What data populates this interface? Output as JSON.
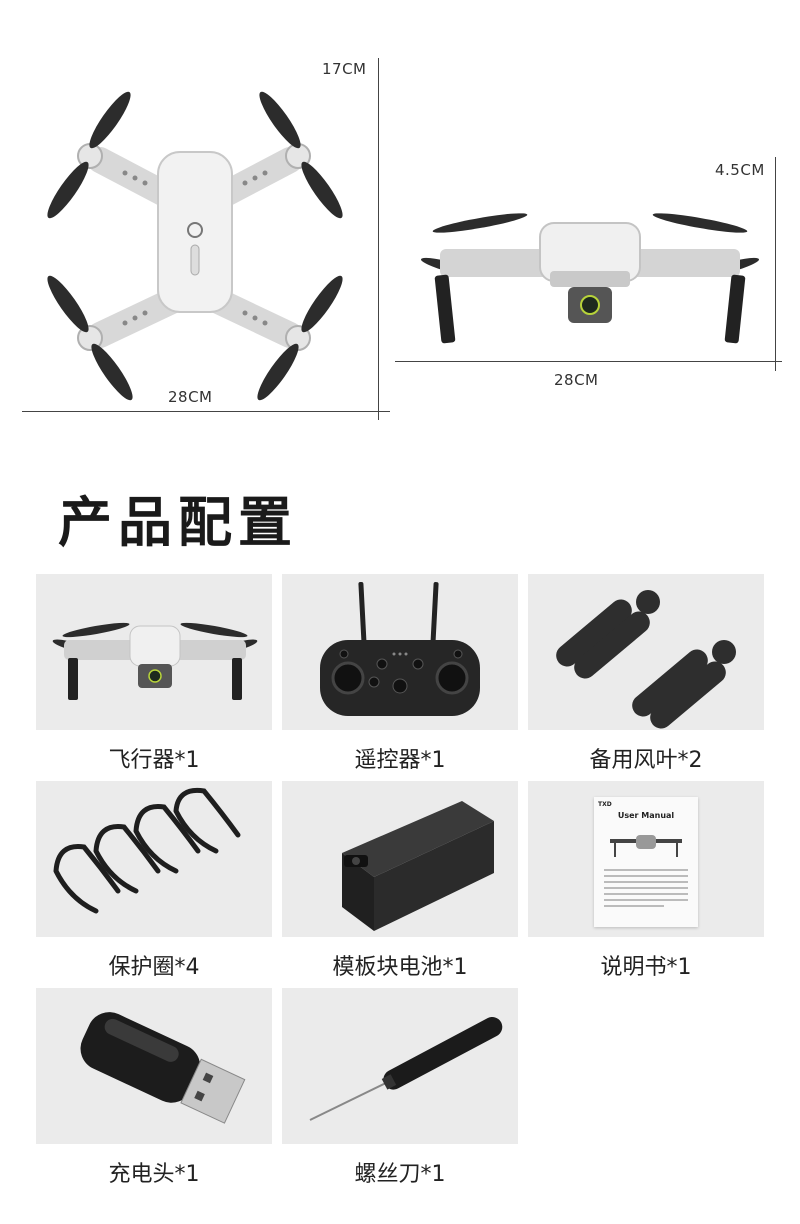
{
  "dimensions": {
    "top_height": "17CM",
    "top_width": "28CM",
    "side_height": "4.5CM",
    "side_width": "28CM"
  },
  "section_title": "产品配置",
  "items": [
    {
      "label": "飞行器*1",
      "icon": "drone-icon"
    },
    {
      "label": "遥控器*1",
      "icon": "remote-controller-icon"
    },
    {
      "label": "备用风叶*2",
      "icon": "propeller-icon"
    },
    {
      "label": "保护圈*4",
      "icon": "propeller-guard-icon"
    },
    {
      "label": "模板块电池*1",
      "icon": "battery-icon"
    },
    {
      "label": "说明书*1",
      "icon": "manual-icon"
    },
    {
      "label": "充电头*1",
      "icon": "usb-charger-icon"
    },
    {
      "label": "螺丝刀*1",
      "icon": "screwdriver-icon"
    }
  ],
  "manual": {
    "brand": "TXD",
    "title": "User Manual"
  }
}
